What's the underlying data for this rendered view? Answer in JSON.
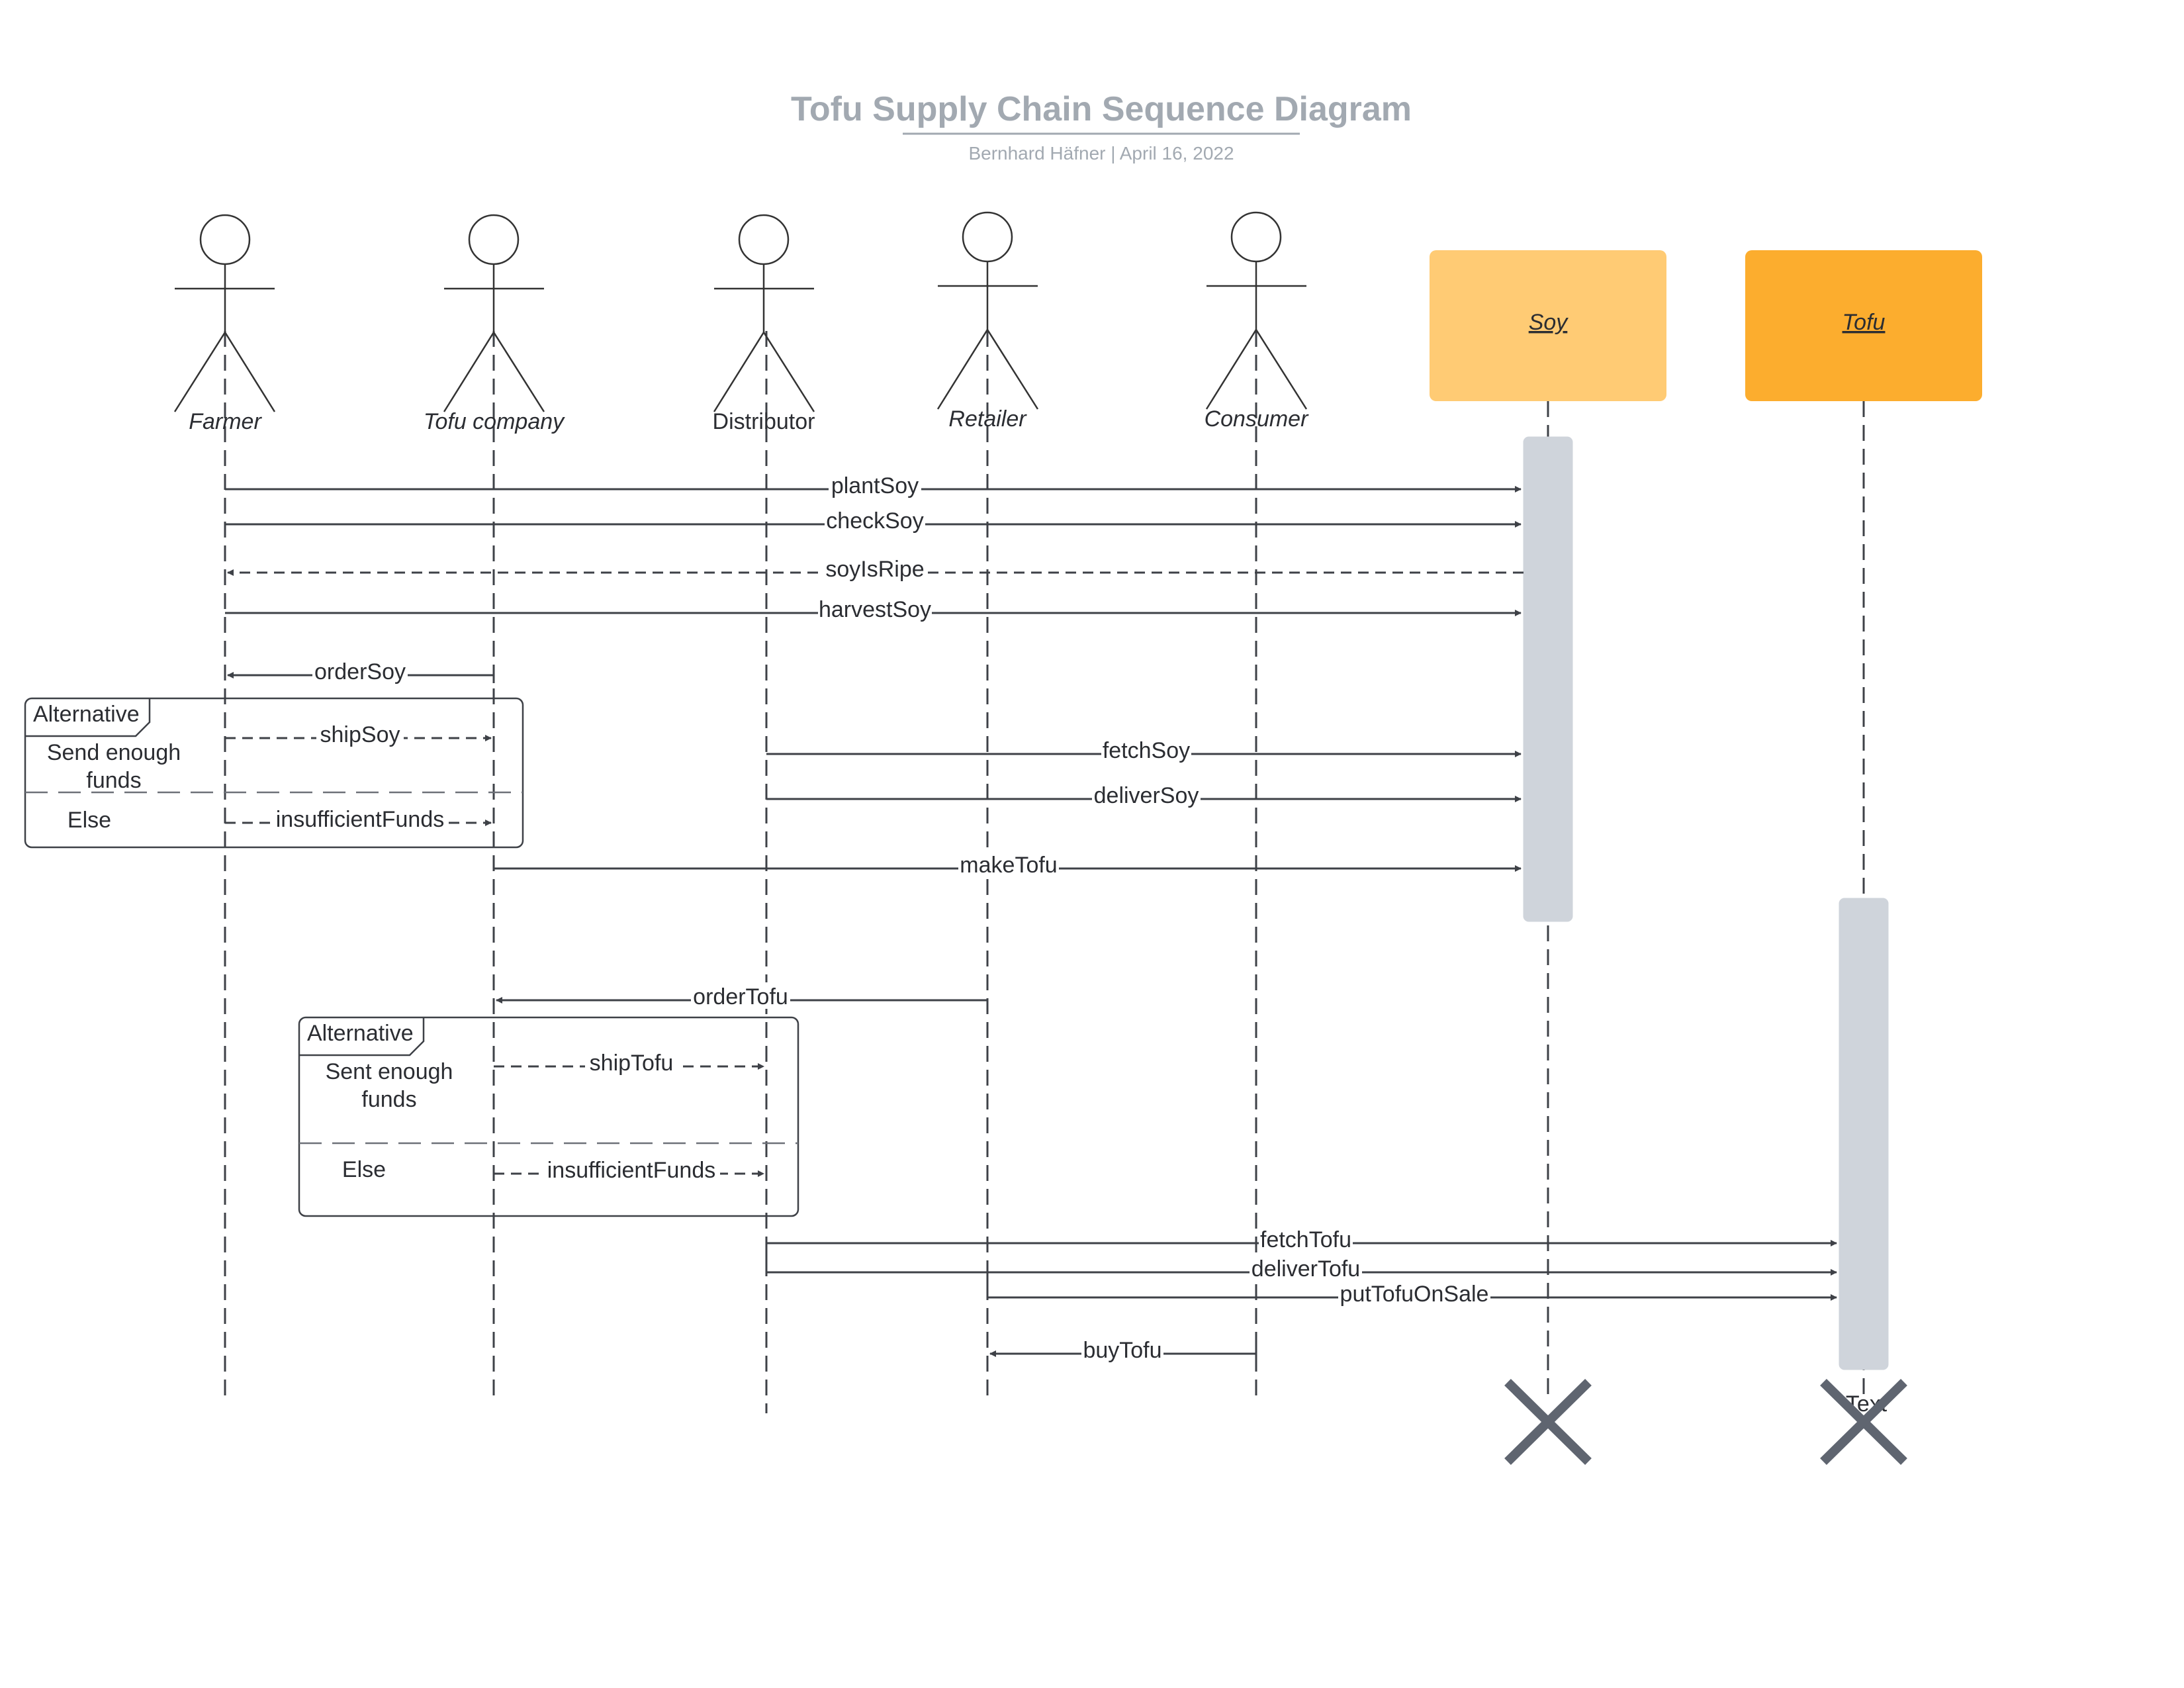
{
  "title": "Tofu Supply Chain Sequence Diagram",
  "subtitle": "Bernhard Häfner  |  April 16, 2022",
  "colors": {
    "soy_box": "#ffcb74",
    "tofu_box": "#fcad2e",
    "activation": "#cfd4db",
    "title_text": "#a2a9b1",
    "line": "#3e4147"
  },
  "actors": [
    {
      "id": "farmer",
      "label": "Farmer",
      "italic": true
    },
    {
      "id": "tofu_company",
      "label": "Tofu company",
      "italic": true
    },
    {
      "id": "distributor",
      "label": "Distributor",
      "italic": false
    },
    {
      "id": "retailer",
      "label": "Retailer",
      "italic": true
    },
    {
      "id": "consumer",
      "label": "Consumer",
      "italic": true
    }
  ],
  "objects": [
    {
      "id": "soy",
      "label": "Soy"
    },
    {
      "id": "tofu",
      "label": "Tofu"
    }
  ],
  "messages": [
    {
      "label": "plantSoy",
      "from": "farmer",
      "to": "soy",
      "style": "solid"
    },
    {
      "label": "checkSoy",
      "from": "farmer",
      "to": "soy",
      "style": "solid"
    },
    {
      "label": "soyIsRipe",
      "from": "soy",
      "to": "farmer",
      "style": "dashed"
    },
    {
      "label": "harvestSoy",
      "from": "farmer",
      "to": "soy",
      "style": "solid"
    },
    {
      "label": "orderSoy",
      "from": "tofu_company",
      "to": "farmer",
      "style": "solid"
    },
    {
      "label": "shipSoy",
      "from": "farmer",
      "to": "tofu_company",
      "style": "dashed"
    },
    {
      "label": "insufficientFunds",
      "from": "farmer",
      "to": "tofu_company",
      "style": "dashed"
    },
    {
      "label": "fetchSoy",
      "from": "distributor",
      "to": "soy",
      "style": "solid"
    },
    {
      "label": "deliverSoy",
      "from": "distributor",
      "to": "soy",
      "style": "solid"
    },
    {
      "label": "makeTofu",
      "from": "tofu_company",
      "to": "soy",
      "style": "solid"
    },
    {
      "label": "orderTofu",
      "from": "retailer",
      "to": "tofu_company",
      "style": "solid"
    },
    {
      "label": "shipTofu",
      "from": "tofu_company",
      "to": "distributor",
      "style": "dashed"
    },
    {
      "label": "insufficientFunds",
      "from": "tofu_company",
      "to": "distributor",
      "style": "dashed"
    },
    {
      "label": "fetchTofu",
      "from": "distributor",
      "to": "tofu",
      "style": "solid"
    },
    {
      "label": "deliverTofu",
      "from": "distributor",
      "to": "tofu",
      "style": "solid"
    },
    {
      "label": "putTofuOnSale",
      "from": "retailer",
      "to": "tofu",
      "style": "solid"
    },
    {
      "label": "buyTofu",
      "from": "consumer",
      "to": "retailer",
      "style": "solid"
    }
  ],
  "frames": [
    {
      "tag": "Alternative",
      "condition_1": "Send enough funds",
      "condition_2": "Else"
    },
    {
      "tag": "Alternative",
      "condition_1": "Sent enough funds",
      "condition_2": "Else"
    }
  ],
  "stray_text": "Text"
}
